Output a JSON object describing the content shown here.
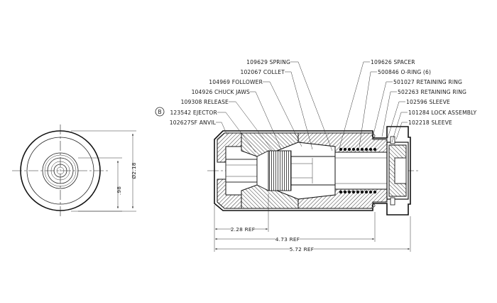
{
  "callouts": {
    "spring": "109629 SPRING",
    "collet": "102067 COLLET",
    "follower": "104969 FOLLOWER",
    "chuck_jaws": "104926 CHUCK JAWS",
    "release": "109308 RELEASE",
    "ejector_badge": "B",
    "ejector": "123542 EJECTOR",
    "anvil": "102627SF ANVIL",
    "spacer": "109626 SPACER",
    "o_ring": "500846 O-RING (6)",
    "retaining_ring_1": "501027 RETAINING RING",
    "retaining_ring_2": "502263 RETAINING RING",
    "sleeve_1": "102596 SLEEVE",
    "lock_assembly": "101284 LOCK ASSEMBLY",
    "sleeve_2": "102218 SLEEVE"
  },
  "dimensions": {
    "dia_outer": "Ø2.18",
    "dia_inner": ".98",
    "ref_1": "2.28 REF",
    "ref_2": "4.73 REF",
    "ref_3": "5.72 REF"
  }
}
